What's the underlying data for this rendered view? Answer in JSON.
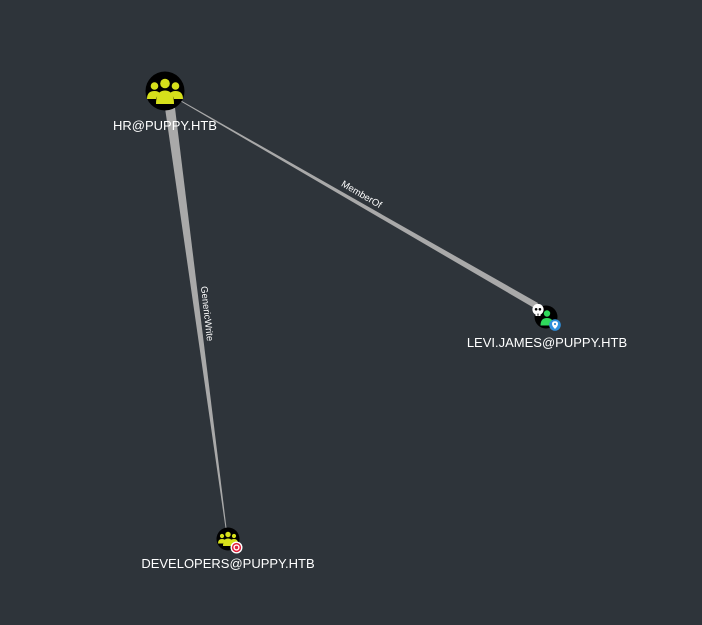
{
  "colors": {
    "background": "#2e343a",
    "edge": "#a9a9a9",
    "group_icon": "#d6e01b",
    "user_icon": "#2fd95c",
    "node_fill": "#000000",
    "label": "#ffffff",
    "owned_badge": "#ffffff",
    "target_badge": "#e0213a",
    "tier_badge": "#2f8fdb"
  },
  "nodes": {
    "hr": {
      "label": "HR@PUPPY.HTB",
      "type": "Group",
      "icon": "group-icon"
    },
    "levi": {
      "label": "LEVI.JAMES@PUPPY.HTB",
      "type": "User",
      "icon": "user-icon",
      "badges": [
        "skull-icon",
        "tier-zero-icon"
      ]
    },
    "developers": {
      "label": "DEVELOPERS@PUPPY.HTB",
      "type": "Group",
      "icon": "group-icon",
      "badges": [
        "target-icon"
      ]
    }
  },
  "edges": {
    "memberof": {
      "label": "MemberOf",
      "from": "LEVI.JAMES@PUPPY.HTB",
      "to": "HR@PUPPY.HTB"
    },
    "genericwrite": {
      "label": "GenericWrite",
      "from": "HR@PUPPY.HTB",
      "to": "DEVELOPERS@PUPPY.HTB"
    }
  }
}
